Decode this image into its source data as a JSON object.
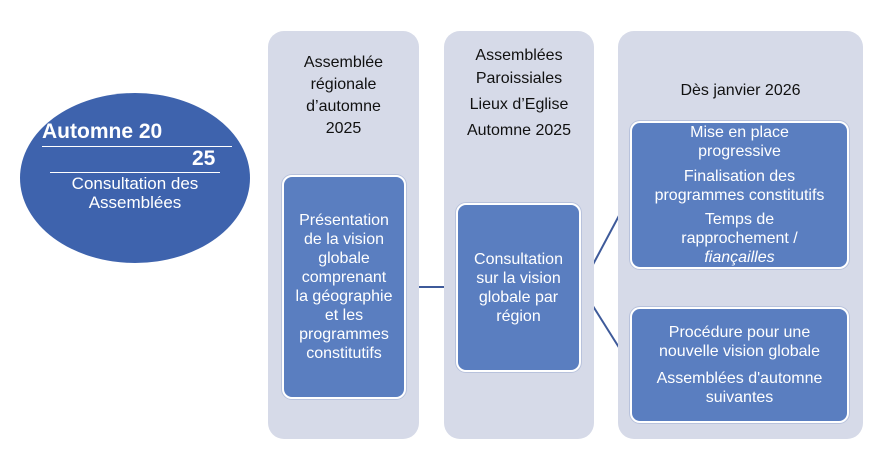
{
  "start": {
    "title_part1": "Automne 20",
    "title_part2": "25",
    "subtitle_line1": "Consultation des",
    "subtitle_line2": "Assemblées"
  },
  "columns": [
    {
      "title_lines": [
        "Assemblée",
        "régionale",
        "d’automne",
        "2025"
      ],
      "box_lines": [
        "Présentation",
        "de la vision",
        "globale",
        "comprenant",
        "la géographie",
        "et les",
        "programmes",
        "constitutifs"
      ]
    },
    {
      "title_lines": [
        "Assemblées",
        "Paroissiales",
        "Lieux d’Eglise",
        "Automne 2025"
      ],
      "box_lines": [
        "Consultation",
        "sur la vision",
        "globale par",
        "région"
      ]
    },
    {
      "title_lines": [
        "Dès janvier 2026"
      ],
      "box1": {
        "item1": [
          "Mise en place",
          "progressive"
        ],
        "item2": [
          "Finalisation des",
          "programmes constitutifs"
        ],
        "item3": [
          "Temps de",
          "rapprochement /"
        ],
        "item3_italic": "fiançailles"
      },
      "box2": {
        "item1": [
          "Procédure pour une",
          "nouvelle vision globale"
        ],
        "item2": [
          "Assemblées d'automne",
          "suivantes"
        ]
      }
    }
  ],
  "colors": {
    "panel": "#d6dae8",
    "box": "#5a7ec0",
    "circle": "#3e63ad",
    "connector": "#3e5a9a"
  }
}
